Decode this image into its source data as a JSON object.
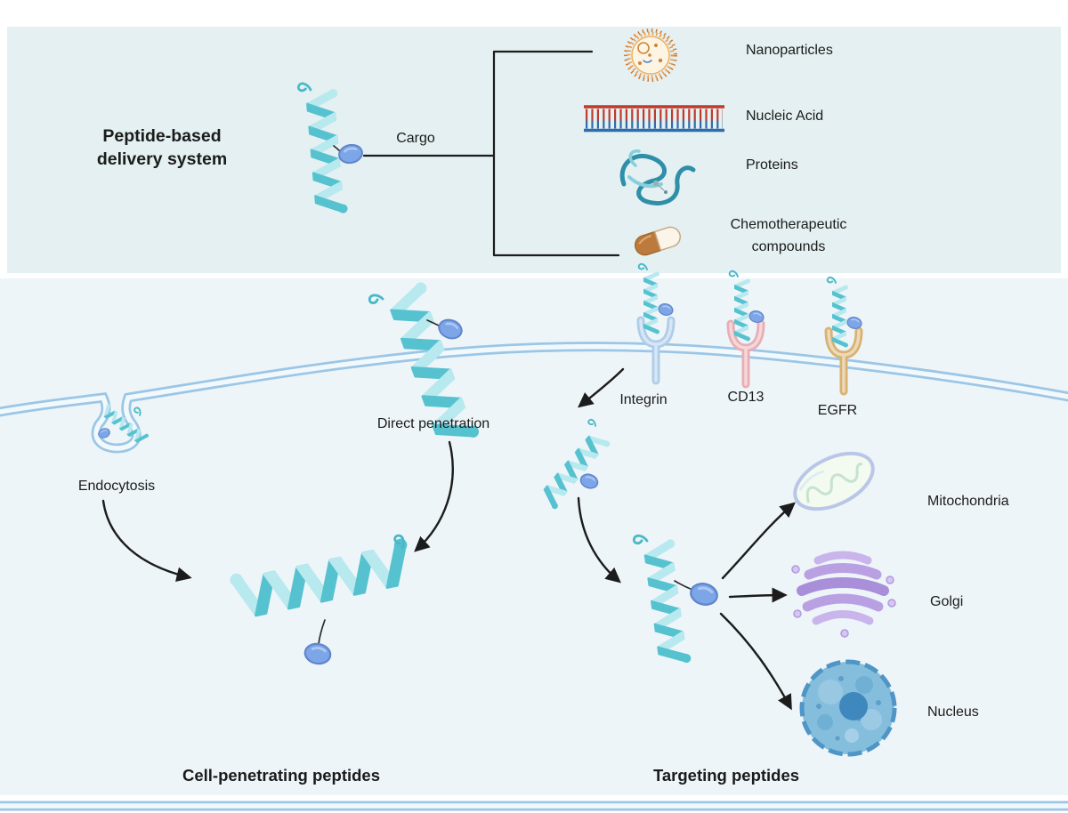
{
  "figure": {
    "top_panel": {
      "title_line1": "Peptide-based",
      "title_line2": "delivery system",
      "cargo_label": "Cargo",
      "cargo_items": [
        {
          "label": "Nanoparticles",
          "icon": "nanoparticle-icon"
        },
        {
          "label": "Nucleic Acid",
          "icon": "nucleic-acid-icon"
        },
        {
          "label": "Proteins",
          "icon": "protein-icon"
        },
        {
          "label": "Chemotherapeutic compounds",
          "icon": "capsule-icon"
        }
      ]
    },
    "cell_panel": {
      "entry_mechanisms": [
        {
          "label": "Endocytosis"
        },
        {
          "label": "Direct penetration"
        }
      ],
      "receptors": [
        {
          "label": "Integrin",
          "color": "#aecde9"
        },
        {
          "label": "CD13",
          "color": "#e8aeb4"
        },
        {
          "label": "EGFR",
          "color": "#d9b272"
        }
      ],
      "organelles": [
        {
          "label": "Mitochondria"
        },
        {
          "label": "Golgi"
        },
        {
          "label": "Nucleus"
        }
      ],
      "section_titles": {
        "left": "Cell-penetrating peptides",
        "right": "Targeting peptides"
      }
    },
    "colors": {
      "top_panel_bg": "#e4f0f1",
      "cell_bg": "#eef5f8",
      "peptide_teal": "#56c2d0",
      "peptide_teal_light": "#b7e9ef",
      "cargo_blob_blue": "#7da6e8",
      "membrane_blue": "#9cc6e6",
      "golgi_purple": "#a98ed9",
      "nucleus_blue": "#85bedd",
      "capsule_orange": "#bd7a3d",
      "nanoparticle_orange": "#e0873b",
      "dna_red": "#bf3a2b",
      "dna_blue": "#2f6cab"
    }
  }
}
